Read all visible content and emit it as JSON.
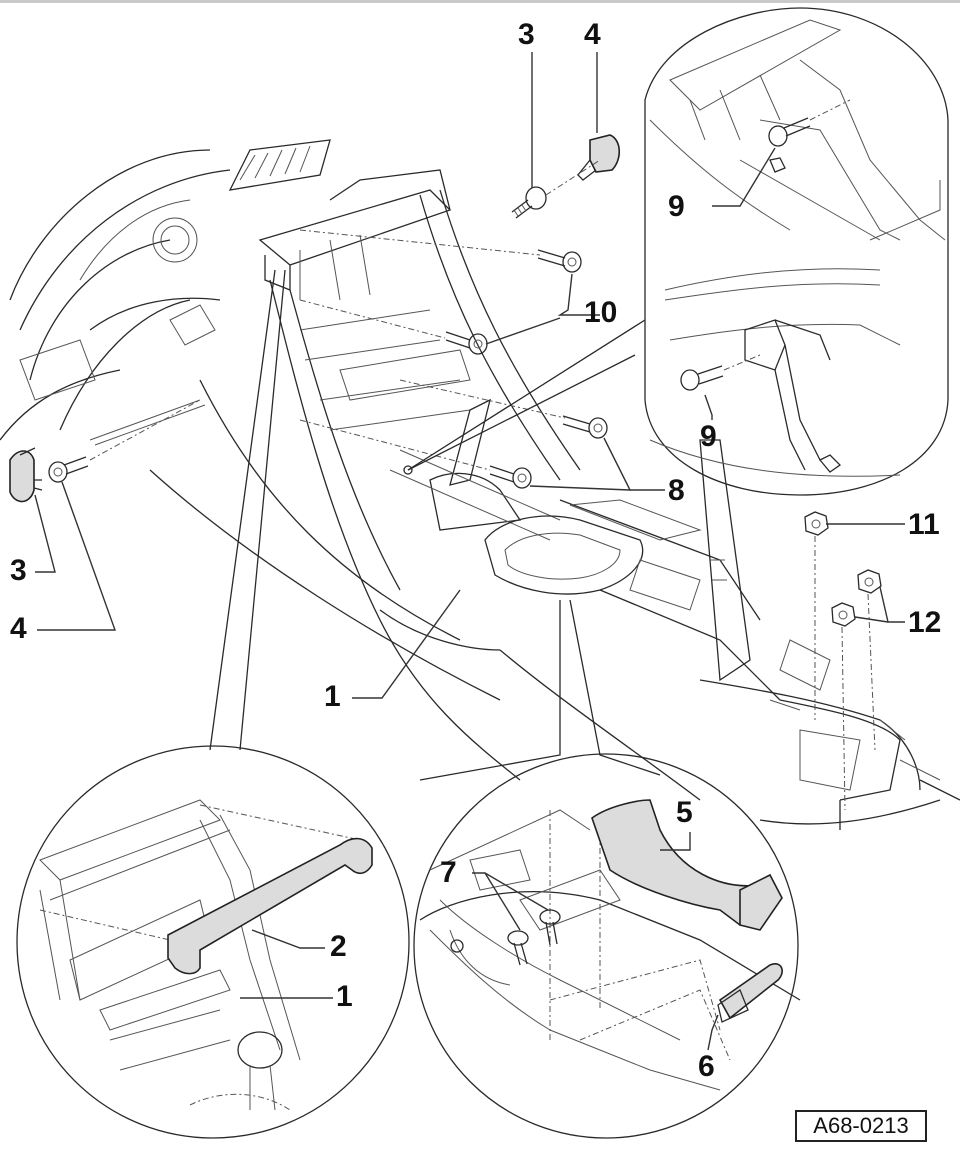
{
  "diagram": {
    "type": "exploded parts view",
    "subject": "center console trim and mounting hardware",
    "reference_code": "A68-0213",
    "callouts": [
      {
        "id": "c1-main",
        "label": "1",
        "part": "center console"
      },
      {
        "id": "c1-detail",
        "label": "1",
        "part": "center console (detail view)"
      },
      {
        "id": "c2",
        "label": "2",
        "part": "trim strip"
      },
      {
        "id": "c3-top",
        "label": "3",
        "part": "screw with washer"
      },
      {
        "id": "c4-top",
        "label": "4",
        "part": "cover cap"
      },
      {
        "id": "c3-left",
        "label": "3",
        "part": "cover cap"
      },
      {
        "id": "c4-left",
        "label": "4",
        "part": "screw with washer"
      },
      {
        "id": "c5",
        "label": "5",
        "part": "trim panel"
      },
      {
        "id": "c6",
        "label": "6",
        "part": "clips"
      },
      {
        "id": "c7",
        "label": "7",
        "part": "screws"
      },
      {
        "id": "c8",
        "label": "8",
        "part": "screws"
      },
      {
        "id": "c9-top",
        "label": "9",
        "part": "bolt"
      },
      {
        "id": "c9-bottom",
        "label": "9",
        "part": "bolt"
      },
      {
        "id": "c10",
        "label": "10",
        "part": "screws"
      },
      {
        "id": "c11",
        "label": "11",
        "part": "nut"
      },
      {
        "id": "c12",
        "label": "12",
        "part": "nuts"
      }
    ],
    "detail_views": [
      "trim strip detail",
      "rear trim panel detail",
      "mounting bolt detail"
    ]
  }
}
